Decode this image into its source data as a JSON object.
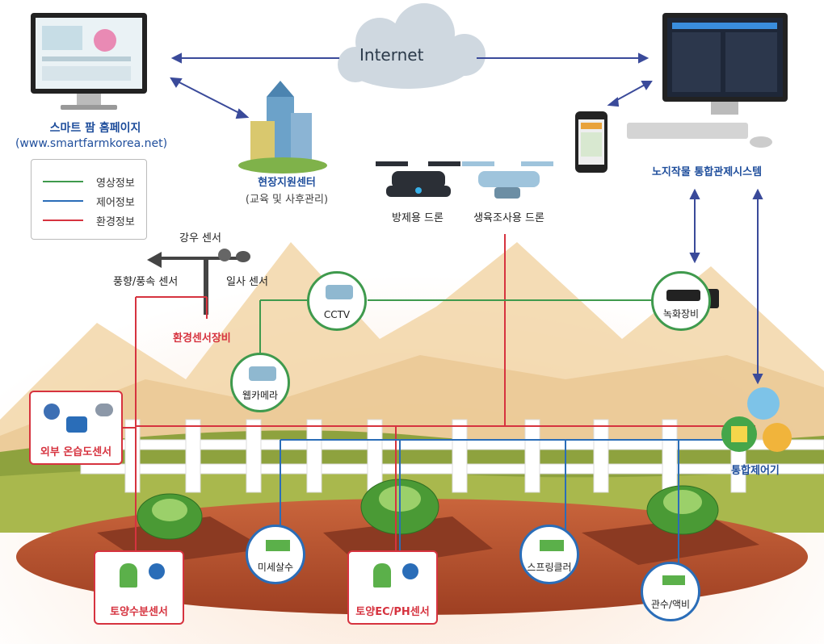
{
  "title_internet": "Internet",
  "homepage": {
    "title": "스마트 팜 홈페이지",
    "url": "(www.smartfarmkorea.net)"
  },
  "support_center": {
    "title": "현장지원센터",
    "sub": "(교육 및 사후관리)"
  },
  "control_system": {
    "title": "노지작물 통합관제시스템"
  },
  "legend": [
    {
      "label": "영상정보",
      "color": "#3f9a4d"
    },
    {
      "label": "제어정보",
      "color": "#2a6db8"
    },
    {
      "label": "환경정보",
      "color": "#d6333f"
    }
  ],
  "drones": {
    "spray": "방제용 드론",
    "survey": "생육조사용 드론"
  },
  "weather": {
    "rain": "강우 센서",
    "wind": "풍향/풍속 센서",
    "solar": "일사 센서",
    "equipment": "환경센서장비"
  },
  "cctv": "CCTV",
  "webcam": "웹카메라",
  "recorder": "녹화장비",
  "controller": "통합제어기",
  "outdoor_sensor": "외부 온습도센서",
  "soil_moisture": "토양수분센서",
  "soil_ecph": "토양EC/PH센서",
  "mist": "미세살수",
  "sprinkler": "스프링클러",
  "fertigation": "관수/액비",
  "colors": {
    "video": "#3f9a4d",
    "control": "#2a6db8",
    "environment": "#d6333f",
    "title_blue": "#1f4e9c"
  }
}
